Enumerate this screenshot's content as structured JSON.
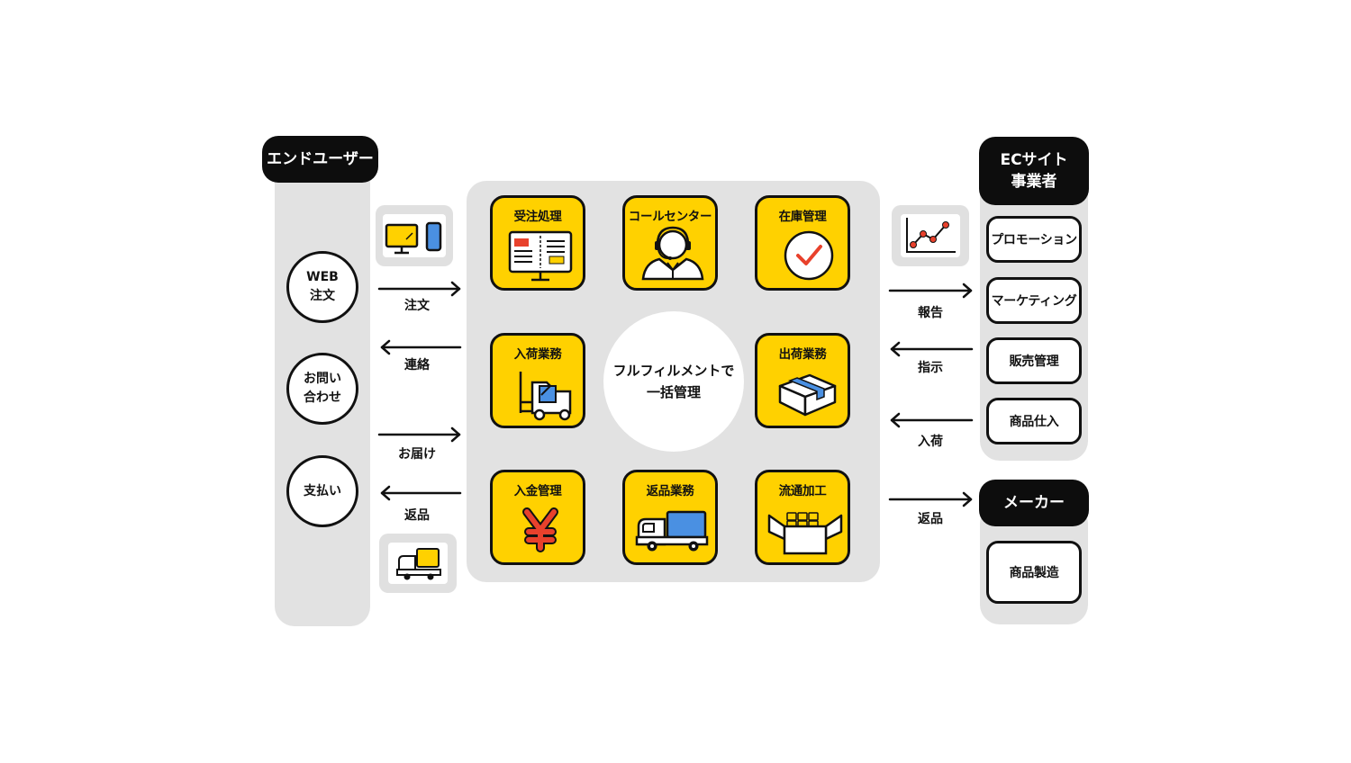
{
  "end_user": {
    "header": "エンドユーザー",
    "items": [
      "WEB\n注文",
      "お問い\n合わせ",
      "支払い"
    ]
  },
  "left_flows": [
    {
      "label": "注文",
      "direction": "right"
    },
    {
      "label": "連絡",
      "direction": "left"
    },
    {
      "label": "お届け",
      "direction": "right"
    },
    {
      "label": "返品",
      "direction": "left"
    }
  ],
  "center": {
    "title": "フルフィルメントで\n一括管理",
    "tiles": [
      {
        "label": "受注処理",
        "icon": "order-screen-icon"
      },
      {
        "label": "コールセンター",
        "icon": "operator-icon"
      },
      {
        "label": "在庫管理",
        "icon": "checkmark-icon"
      },
      {
        "label": "入荷業務",
        "icon": "forklift-icon"
      },
      {
        "label": "出荷業務",
        "icon": "box-icon"
      },
      {
        "label": "入金管理",
        "icon": "yen-icon"
      },
      {
        "label": "返品業務",
        "icon": "truck-icon"
      },
      {
        "label": "流通加工",
        "icon": "open-box-icon"
      }
    ]
  },
  "right_flows": [
    {
      "label": "報告",
      "direction": "right"
    },
    {
      "label": "指示",
      "direction": "left"
    },
    {
      "label": "入荷",
      "direction": "left"
    },
    {
      "label": "返品",
      "direction": "right"
    }
  ],
  "ec_operator": {
    "header": "ECサイト\n事業者",
    "items": [
      "プロモーション",
      "マーケティング",
      "販売管理",
      "商品仕入"
    ]
  },
  "maker": {
    "header": "メーカー",
    "items": [
      "商品製造"
    ]
  },
  "colors": {
    "accent": "#ffd100",
    "dark": "#0d0d0d",
    "panel": "#e2e2e2",
    "red": "#e8412c",
    "blue": "#4a90e2"
  }
}
